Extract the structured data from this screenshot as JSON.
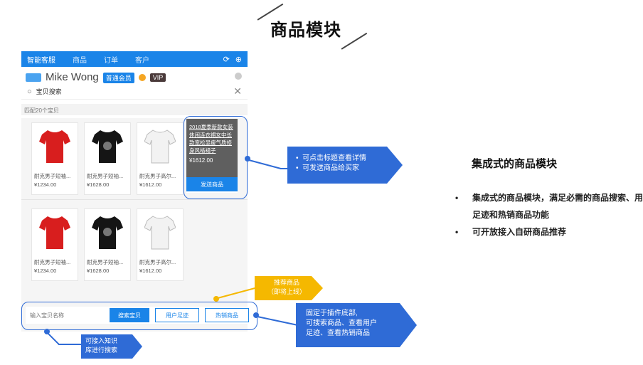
{
  "page_title": "商品模块",
  "widget": {
    "tabs": [
      {
        "label": "智能客服",
        "active": true
      },
      {
        "label": "商品",
        "active": false
      },
      {
        "label": "订单",
        "active": false
      },
      {
        "label": "客户",
        "active": false
      }
    ],
    "user": {
      "name": "Mike Wong",
      "member_badge": "普通会员",
      "vip_badge": "VIP"
    },
    "search": {
      "keyword": "宝贝搜索"
    },
    "match_text": "匹配20个宝贝",
    "products": [
      {
        "name": "耐克男子短袖...",
        "price": "¥1234.00",
        "color": "red"
      },
      {
        "name": "耐克男子短袖...",
        "price": "¥1628.00",
        "color": "black"
      },
      {
        "name": "耐克男子高尔...",
        "price": "¥1612.00",
        "color": "white"
      },
      {
        "name": "耐克男子短袖...",
        "price": "¥1234.00",
        "color": "red"
      },
      {
        "name": "耐克男子短袖...",
        "price": "¥1628.00",
        "color": "black"
      },
      {
        "name": "耐克男子高尔...",
        "price": "¥1612.00",
        "color": "white"
      }
    ],
    "hover_product": {
      "title": "2018夏季新款女装休闲连衣裙女中长款宽松显瘦气质修身风格裙子",
      "price": "¥1612.00",
      "send_button": "发送商品"
    },
    "bottom_bar": {
      "input_placeholder": "输入宝贝名称",
      "search_button": "搜索宝贝",
      "footprint_button": "用户足迹",
      "hot_button": "热销商品"
    }
  },
  "callouts": {
    "hover_tip": [
      "可点击标题查看详情",
      "可发送商品给买家"
    ],
    "recommend_tip": [
      "推荐商品",
      "（即将上线）"
    ],
    "bottom_tip": [
      "固定于插件底部,",
      "可搜索商品、查看用户",
      "足迹、查看热销商品"
    ],
    "knowledge_tip": [
      "可接入知识",
      "库进行搜索"
    ]
  },
  "summary": {
    "title": "集成式的商品模块",
    "bullets": [
      "集成式的商品模块，满足必需的商品搜索、用户足迹和热销商品功能",
      "可开放接入自研商品推荐"
    ]
  },
  "colors": {
    "accent": "#1a84e8",
    "callout_blue": "#2f6bd6",
    "callout_yellow": "#f5b800"
  }
}
